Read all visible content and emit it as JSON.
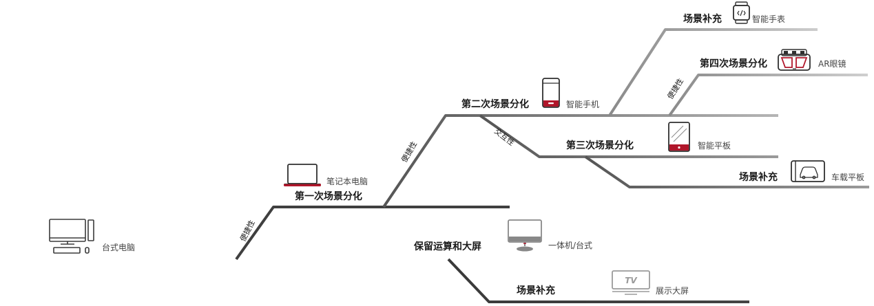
{
  "diagram": {
    "stages": {
      "first": "第一次场景分化",
      "second": "第二次场景分化",
      "third": "第三次场景分化",
      "fourth": "第四次场景分化",
      "retain": "保留运算和大屏",
      "supplement_tv": "场景补充",
      "supplement_car": "场景补充",
      "supplement_watch": "场景补充"
    },
    "branches": {
      "portability_1": "便捷性",
      "portability_2": "便捷性",
      "portability_3": "便捷性",
      "interactivity": "交互性"
    },
    "devices": {
      "desktop": "台式电脑",
      "laptop": "笔记本电脑",
      "phone": "智能手机",
      "tablet": "智能平板",
      "car_tablet": "车载平板",
      "ar": "AR眼镜",
      "watch": "智能手表",
      "aio": "一体机/台式",
      "display": "展示大屏",
      "tv_text": "TV"
    },
    "colors": {
      "dark": "#3d3d3d",
      "mid": "#7a7a7a",
      "light": "#b8b8b8",
      "accent": "#b0162a"
    }
  }
}
